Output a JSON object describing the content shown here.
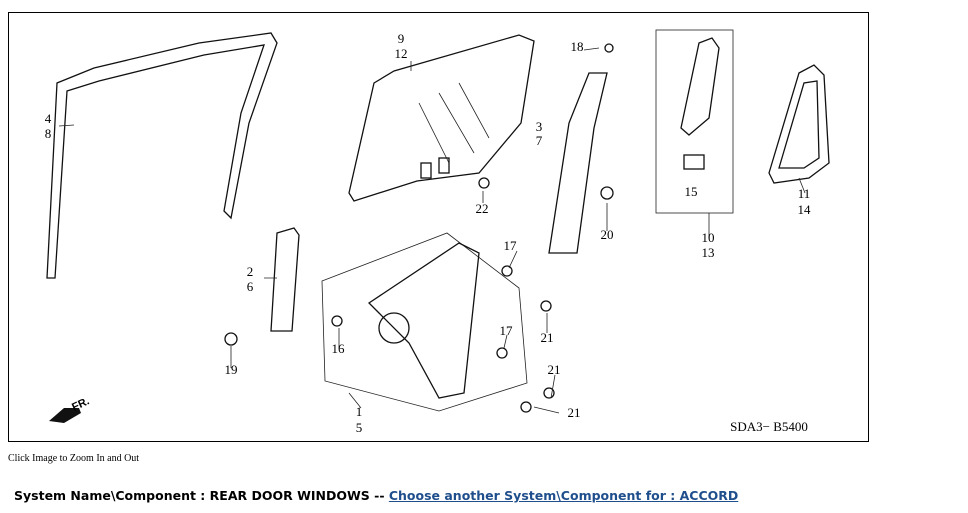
{
  "diagram": {
    "labels": [
      "4",
      "8",
      "9",
      "12",
      "3",
      "7",
      "18",
      "22",
      "20",
      "10",
      "13",
      "15",
      "11",
      "14",
      "2",
      "6",
      "17",
      "21",
      "17",
      "16",
      "19",
      "21",
      "21",
      "1",
      "5"
    ],
    "front_marker": "FR.",
    "code": "SDA3− B5400"
  },
  "hint": "Click Image to Zoom In and Out",
  "system": {
    "prefix": "System Name\\Component : REAR DOOR WINDOWS -- ",
    "link": "Choose another System\\Component for : ACCORD"
  }
}
